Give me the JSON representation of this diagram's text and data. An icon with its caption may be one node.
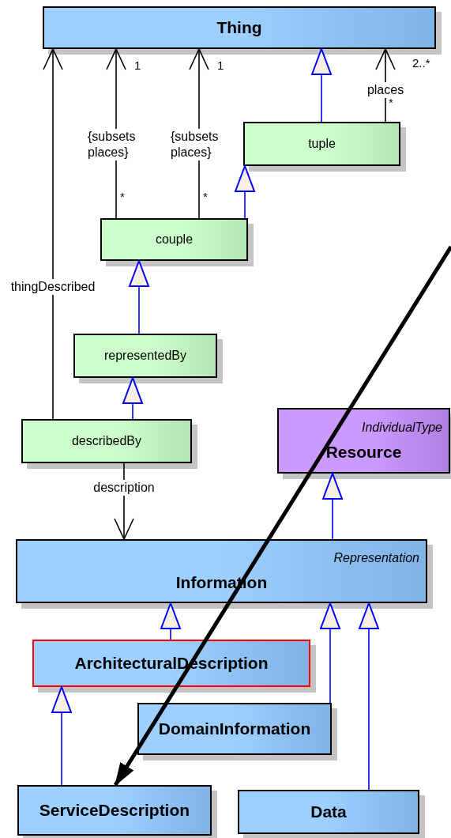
{
  "diagram": {
    "nodes": [
      {
        "text": [
          "Thing"
        ]
      },
      {
        "text": [
          "tuple"
        ]
      },
      {
        "text": [
          "couple"
        ]
      },
      {
        "text": [
          "representedBy"
        ]
      },
      {
        "text": [
          "describedBy"
        ]
      },
      {
        "text": [
          "IndividualType",
          "Resource"
        ]
      },
      {
        "text": [
          "Representation",
          "Information"
        ]
      },
      {
        "text": [
          "ArchitecturalDescription"
        ]
      },
      {
        "text": [
          "DomainInformation"
        ]
      },
      {
        "text": [
          "ServiceDescription"
        ]
      },
      {
        "text": [
          "Data"
        ]
      }
    ],
    "edges": [
      {
        "from": 4,
        "to": 0,
        "arrow": "to",
        "label": "thingDescribed",
        "color": "#000000"
      },
      {
        "from": 2,
        "to": 0,
        "arrow": "to",
        "label": "{subsets places}",
        "color": "#000000"
      },
      {
        "from": 2,
        "to": 0,
        "arrow": "to",
        "label": "{subsets places}",
        "color": "#000000"
      },
      {
        "from": 1,
        "to": 0,
        "arrow": "to"
      },
      {
        "from": 1,
        "to": 0,
        "arrow": "to",
        "label": "places",
        "color": "#000000"
      },
      {
        "from": 2,
        "to": 1,
        "arrow": "to"
      },
      {
        "from": 3,
        "to": 2,
        "arrow": "to"
      },
      {
        "from": 4,
        "to": 3,
        "arrow": "to"
      },
      {
        "from": 4,
        "to": 6,
        "arrow": "to",
        "label": "description",
        "color": "#000000"
      },
      {
        "from": 6,
        "to": 5,
        "arrow": "to"
      },
      {
        "from": 7,
        "to": 6,
        "arrow": "to"
      },
      {
        "from": 8,
        "to": 6,
        "arrow": "to"
      },
      {
        "from": 10,
        "to": 6,
        "arrow": "to"
      },
      {
        "from": 9,
        "to": 7,
        "arrow": "to"
      },
      {
        "from": null,
        "to": 9,
        "arrow": "to",
        "style": "thick",
        "color": "#000000"
      }
    ],
    "labels": [
      "1",
      "1",
      "2..*",
      "*",
      "*",
      "*"
    ]
  }
}
